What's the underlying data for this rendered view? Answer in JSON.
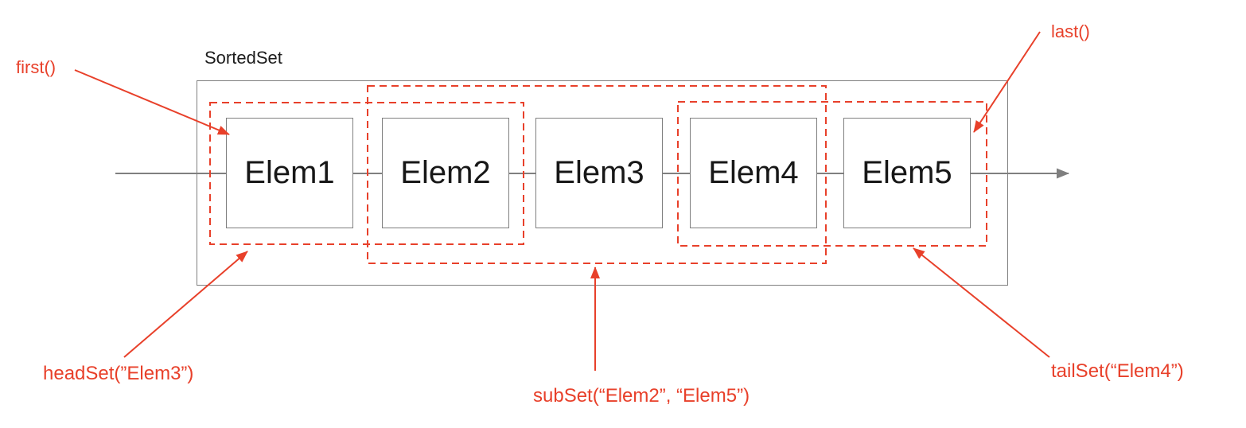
{
  "title": "SortedSet",
  "elements": [
    {
      "label": "Elem1"
    },
    {
      "label": "Elem2"
    },
    {
      "label": "Elem3"
    },
    {
      "label": "Elem4"
    },
    {
      "label": "Elem5"
    }
  ],
  "annotations": {
    "first": {
      "label": "first()"
    },
    "last": {
      "label": "last()"
    },
    "headset": {
      "label": "headSet(”Elem3”)"
    },
    "subset": {
      "label": "subSet(“Elem2”, “Elem5”)"
    },
    "tailset": {
      "label": "tailSet(“Elem4”)"
    }
  },
  "colors": {
    "accent_red": "#e8402a",
    "line_gray": "#7f7f7f",
    "box_border_gray": "#7f7f7f",
    "text_black": "#171717"
  }
}
